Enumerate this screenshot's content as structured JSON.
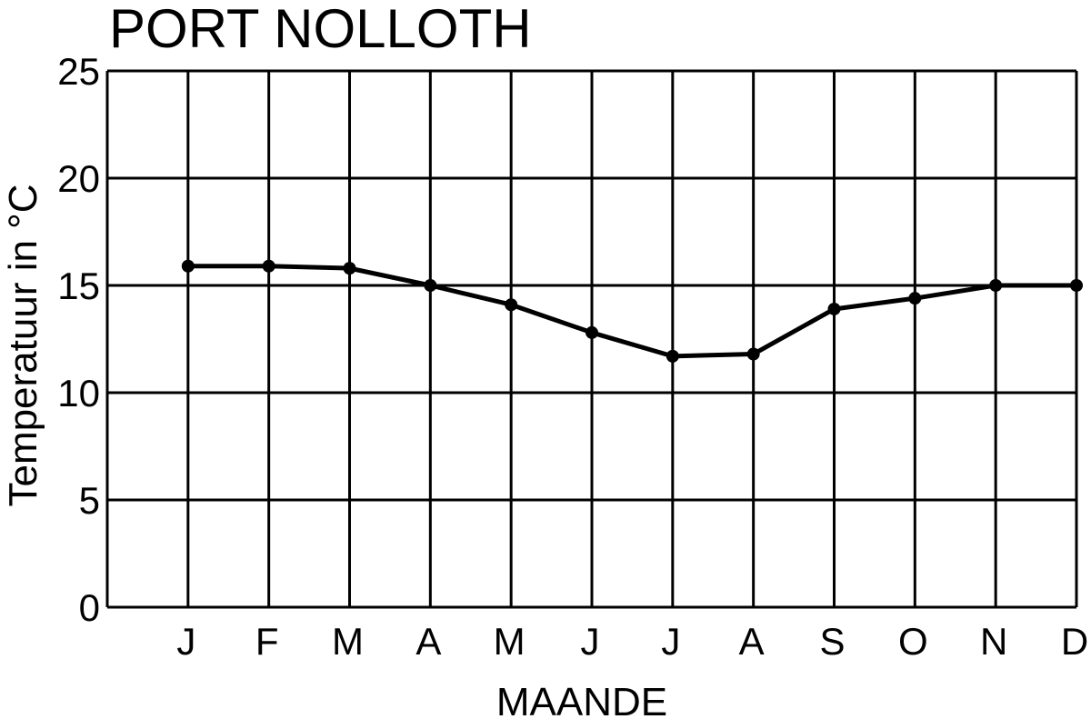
{
  "chart_data": {
    "type": "line",
    "title": "PORT NOLLOTH",
    "xlabel": "MAANDE",
    "ylabel": "Temperatuur in °C",
    "categories": [
      "J",
      "F",
      "M",
      "A",
      "M",
      "J",
      "J",
      "A",
      "S",
      "O",
      "N",
      "D"
    ],
    "series": [
      {
        "values": [
          15.9,
          15.9,
          15.8,
          15.0,
          14.1,
          12.8,
          11.7,
          11.8,
          13.9,
          14.4,
          15.0,
          15.0
        ]
      }
    ],
    "ylim": [
      0,
      25
    ],
    "yticks": [
      "0",
      "5",
      "10",
      "15",
      "20",
      "25"
    ],
    "grid": true,
    "colors": {
      "line": "#000000",
      "grid": "#000000",
      "background": "#ffffff"
    }
  }
}
